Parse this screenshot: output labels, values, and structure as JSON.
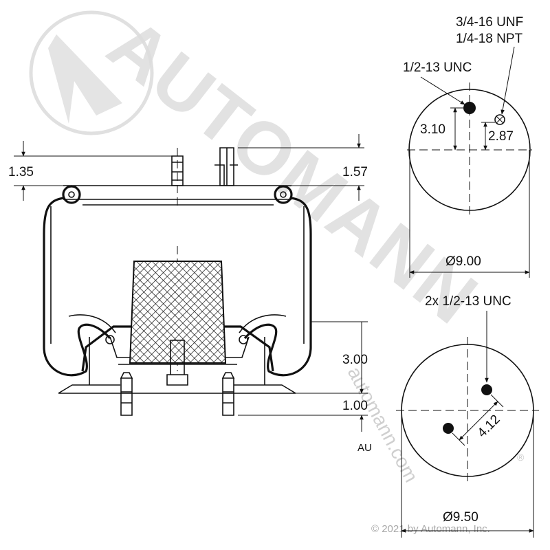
{
  "watermark": {
    "brand": "AUTOMANN",
    "url": "automann.com",
    "copyright": "© 2021 by Automann, Inc."
  },
  "side_view": {
    "dim_top_left": "1.35",
    "dim_top_right": "1.57",
    "dim_height": "3.00",
    "dim_stud": "1.00",
    "bottom_label": "AU"
  },
  "top_view": {
    "port_label_1": "3/4-16 UNF",
    "port_label_2": "1/4-18 NPT",
    "stud_label": "1/2-13 UNC",
    "dim_stud_offset": "3.10",
    "dim_port_offset": "2.87",
    "diameter": "Ø9.00"
  },
  "bottom_view": {
    "stud_label": "2x 1/2-13 UNC",
    "dim_spacing": "4.12",
    "diameter": "Ø9.50"
  }
}
